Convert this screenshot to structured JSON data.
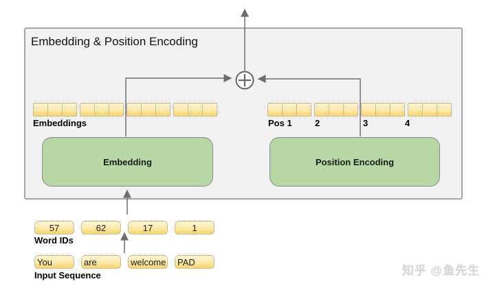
{
  "header": {
    "title": "Embedding & Position Encoding"
  },
  "rows": {
    "embeddings_label": "Embeddings",
    "pos_labels": [
      "Pos 1",
      "2",
      "3",
      "4"
    ]
  },
  "blocks": {
    "embedding": "Embedding",
    "position_encoding": "Position Encoding"
  },
  "word_ids": {
    "label": "Word IDs",
    "values": [
      "57",
      "62",
      "17",
      "1"
    ]
  },
  "input_sequence": {
    "label": "Input Sequence",
    "tokens": [
      "You",
      "are",
      "welcome",
      "PAD"
    ]
  },
  "icons": {
    "add_operator": "plus-circle"
  },
  "watermark": {
    "text": "知乎 @鱼先生"
  },
  "colors": {
    "container_fill": "#f2f2f2",
    "container_border": "#a6a6a6",
    "block_fill": "#b7d7a5",
    "block_border": "#888888",
    "token_fill_top": "#fdf5d7",
    "token_fill_bottom": "#f8d468",
    "token_border": "#8f8f8f",
    "connector": "#6e6e6e"
  }
}
